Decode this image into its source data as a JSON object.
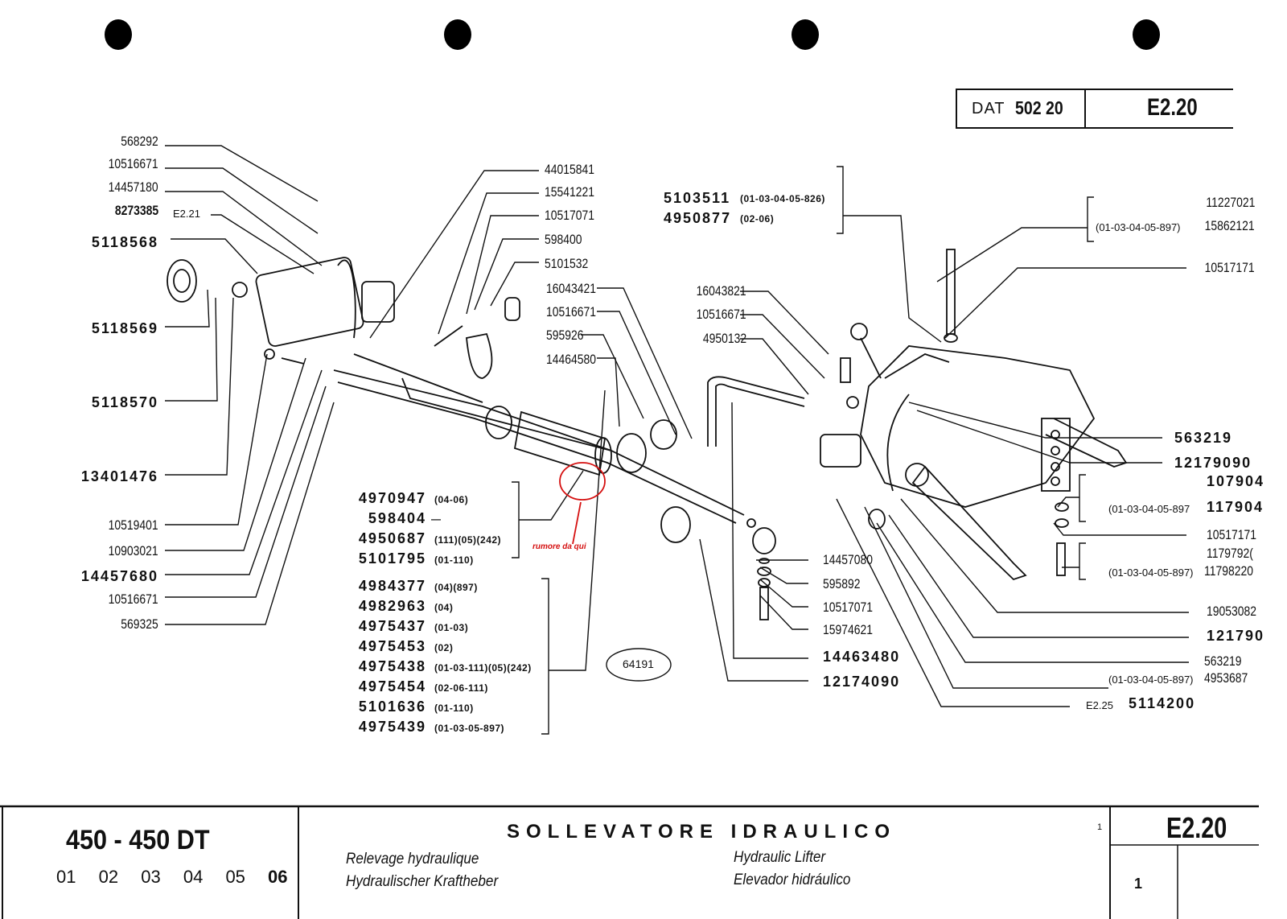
{
  "header": {
    "dat_label": "DAT",
    "dat_number": "502 20",
    "page_code": "E2.20"
  },
  "left_callouts": [
    {
      "part": "568292"
    },
    {
      "part": "10516671"
    },
    {
      "part": "14457180"
    },
    {
      "part": "8273385",
      "ref": "E2.21"
    },
    {
      "part": "5118568"
    },
    {
      "part": "5118569"
    },
    {
      "part": "5118570"
    },
    {
      "part": "13401476"
    },
    {
      "part": "10519401"
    },
    {
      "part": "10903021"
    },
    {
      "part": "14457680"
    },
    {
      "part": "10516671"
    },
    {
      "part": "569325"
    }
  ],
  "center_top_callouts": [
    {
      "part": "44015841"
    },
    {
      "part": "15541221"
    },
    {
      "part": "10517071"
    },
    {
      "part": "598400"
    },
    {
      "part": "5101532"
    },
    {
      "part": "16043421"
    },
    {
      "part": "10516671"
    },
    {
      "part": "595926"
    },
    {
      "part": "14464580"
    }
  ],
  "lever_variants": [
    {
      "part": "5103511",
      "note": "(01-03-04-05-826)"
    },
    {
      "part": "4950877",
      "note": "(02-06)"
    }
  ],
  "mid_callouts": [
    {
      "part": "16043821"
    },
    {
      "part": "10516671"
    },
    {
      "part": "4950132"
    }
  ],
  "pipe_group_a": [
    {
      "part": "4970947",
      "note": "(04-06)"
    },
    {
      "part": "598404",
      "note": "—"
    },
    {
      "part": "4950687",
      "note": "(111)(05)(242)"
    },
    {
      "part": "5101795",
      "note": "(01-110)"
    }
  ],
  "pipe_group_b": [
    {
      "part": "4984377",
      "note": "(04)(897)"
    },
    {
      "part": "4982963",
      "note": "(04)"
    },
    {
      "part": "4975437",
      "note": "(01-03)"
    },
    {
      "part": "4975453",
      "note": "(02)"
    },
    {
      "part": "4975438",
      "note": "(01-03-111)(05)(242)"
    },
    {
      "part": "4975454",
      "note": "(02-06-111)"
    },
    {
      "part": "5101636",
      "note": "(01-110)"
    },
    {
      "part": "4975439",
      "note": "(01-03-05-897)"
    }
  ],
  "annotation": {
    "red_note": "rumore da qui",
    "drawing_number": "64191"
  },
  "bottom_center_callouts": [
    {
      "part": "14457080"
    },
    {
      "part": "595892"
    },
    {
      "part": "10517071"
    },
    {
      "part": "15974621"
    },
    {
      "part": "14463480"
    },
    {
      "part": "12174090"
    }
  ],
  "right_callouts": {
    "bolt_top": {
      "part": "11227021",
      "variant_note": "(01-03-04-05-897)",
      "variant_part": "15862121"
    },
    "washer_top": {
      "part": "10517171"
    },
    "arm_items": [
      {
        "part": "563219"
      },
      {
        "part": "12179090"
      }
    ],
    "washer_group": {
      "part": "107904",
      "variant_note": "(01-03-04-05-897",
      "variant_part": "117904"
    },
    "washer_mid": {
      "part": "10517171"
    },
    "stud_group": {
      "part": "1179792(",
      "variant_note": "(01-03-04-05-897)",
      "variant_part": "11798220"
    },
    "lower": [
      {
        "part": "19053082"
      },
      {
        "part": "121790"
      },
      {
        "part": "563219"
      },
      {
        "part": "4953687",
        "note": "(01-03-04-05-897)"
      },
      {
        "part": "5114200",
        "ref": "E2.25"
      }
    ]
  },
  "footer": {
    "model": "450 - 450 DT",
    "versions": [
      "01",
      "02",
      "03",
      "04",
      "05",
      "06"
    ],
    "active_version": "06",
    "title_it": "SOLLEVATORE IDRAULICO",
    "title_fr": "Relevage hydraulique",
    "title_de": "Hydraulischer Kraftheber",
    "title_en": "Hydraulic Lifter",
    "title_es": "Elevador hidráulico",
    "small_index": "1",
    "page_code": "E2.20",
    "sheet": "1"
  },
  "colors": {
    "ink": "#111111",
    "annotation_red": "#d51010"
  }
}
